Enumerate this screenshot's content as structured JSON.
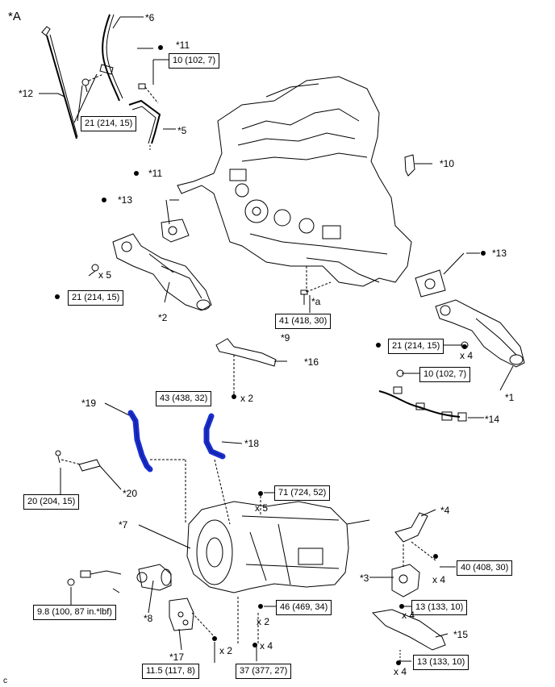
{
  "diagram": {
    "view_label": "*A",
    "corner_code": "c",
    "callouts": {
      "c1": "*1",
      "c2": "*2",
      "c3": "*3",
      "c4": "*4",
      "c5": "*5",
      "c6": "*6",
      "c7": "*7",
      "c8": "*8",
      "c9": "*9",
      "c10": "*10",
      "c11a": "*11",
      "c11b": "*11",
      "c12": "*12",
      "c13a": "*13",
      "c13b": "*13",
      "c14": "*14",
      "c15": "*15",
      "c16": "*16",
      "c17": "*17",
      "c18": "*18",
      "c19": "*19",
      "c20": "*20",
      "ca": "*a"
    },
    "torques": {
      "t_21_upper": "21 (214, 15)",
      "t_10_upper": "10 (102, 7)",
      "t_21_left": "21 (214, 15)",
      "t_41": "41 (418, 30)",
      "t_21_right": "21 (214, 15)",
      "t_10_right": "10 (102, 7)",
      "t_43": "43 (438, 32)",
      "t_20": "20 (204, 15)",
      "t_71": "71 (724, 52)",
      "t_9_8": "9.8 (100, 87 in.*lbf)",
      "t_46": "46 (469, 34)",
      "t_40": "40 (408, 30)",
      "t_13_upper": "13 (133, 10)",
      "t_13_lower": "13 (133, 10)",
      "t_11_5": "11.5 (117, 8)",
      "t_37": "37 (377, 27)"
    },
    "quantities": {
      "q_x5_left": "x 5",
      "q_x4_right": "x 4",
      "q_x2_16": "x 2",
      "q_x5_71": "x 5",
      "q_x4_40": "x 4",
      "q_x4_13": "x 4",
      "q_x2_46": "x 2",
      "q_x2_17": "x 2",
      "q_x4_37": "x 4",
      "q_x4_bottom": "x 4"
    }
  }
}
